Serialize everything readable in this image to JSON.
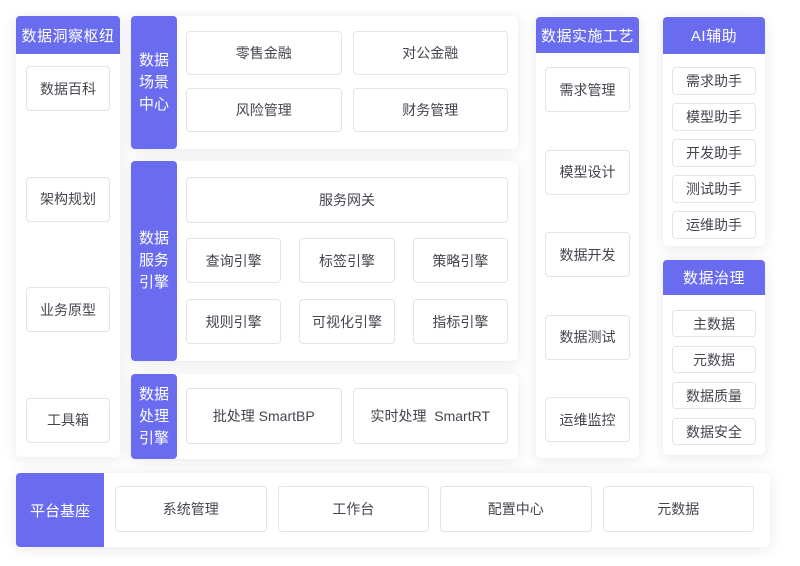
{
  "colors": {
    "accent": "#6a6cf0",
    "box_border": "#e3e3ea",
    "text": "#45454e",
    "panel_bg": "#ffffff"
  },
  "insight": {
    "title": "数据洞察枢纽",
    "items": [
      "数据百科",
      "架构规划",
      "业务原型",
      "工具箱"
    ]
  },
  "scene": {
    "title": "数据\n场景\n中心",
    "items": [
      "零售金融",
      "对公金融",
      "风险管理",
      "财务管理"
    ]
  },
  "service": {
    "title": "数据\n服务\n引擎",
    "gateway": "服务网关",
    "items": [
      "查询引擎",
      "标签引擎",
      "策略引擎",
      "规则引擎",
      "可视化引擎",
      "指标引擎"
    ]
  },
  "process": {
    "title": "数据\n处理\n引擎",
    "items": [
      "批处理 SmartBP",
      "实时处理  SmartRT"
    ]
  },
  "impl": {
    "title": "数据实施工艺",
    "items": [
      "需求管理",
      "模型设计",
      "数据开发",
      "数据测试",
      "运维监控"
    ]
  },
  "ai": {
    "title": "AI辅助",
    "items": [
      "需求助手",
      "模型助手",
      "开发助手",
      "测试助手",
      "运维助手"
    ]
  },
  "governance": {
    "title": "数据治理",
    "items": [
      "主数据",
      "元数据",
      "数据质量",
      "数据安全"
    ]
  },
  "base": {
    "title": "平台基座",
    "items": [
      "系统管理",
      "工作台",
      "配置中心",
      "元数据"
    ]
  }
}
